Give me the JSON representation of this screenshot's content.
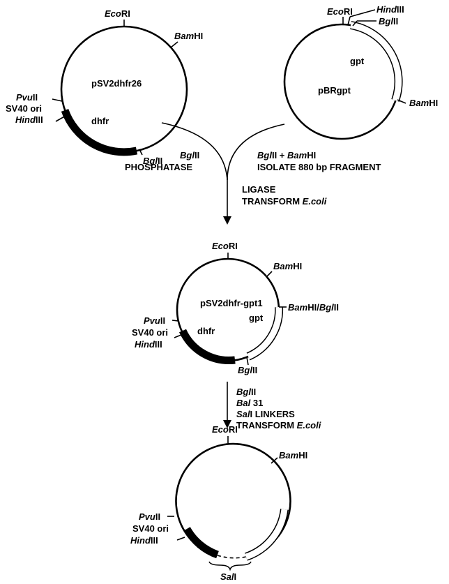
{
  "plasmid1": {
    "name": "pSV2dhfr26",
    "eco_a": "Eco",
    "eco_b": "RI",
    "bam_a": "Bam",
    "bam_b": "HI",
    "pvu_a": "Pvu",
    "pvu_b": "II",
    "sv40": "SV40 ori",
    "hind_a": "Hind",
    "hind_b": "III",
    "dhfr": "dhfr",
    "bgl_a": "Bgl",
    "bgl_b": "II"
  },
  "plasmid2": {
    "name": "pBRgpt",
    "eco_a": "Eco",
    "eco_b": "RI",
    "hind_a": "Hind",
    "hind_b": "III",
    "bgl_a": "Bgl",
    "bgl_b": "II",
    "gpt": "gpt",
    "bam_a": "Bam",
    "bam_b": "HI"
  },
  "step1": {
    "left_enzyme_a": "Bgl",
    "left_enzyme_b": "II",
    "left_line2": "PHOSPHATASE",
    "right_enzyme1_a": "Bgl",
    "right_enzyme1_b": "II + ",
    "right_enzyme2_a": "Bam",
    "right_enzyme2_b": "HI",
    "right_line2": "ISOLATE 880 bp FRAGMENT",
    "center_line1": "LIGASE",
    "center_line2_a": "TRANSFORM ",
    "center_line2_b": "E.coli"
  },
  "plasmid3": {
    "name": "pSV2dhfr-gpt1",
    "eco_a": "Eco",
    "eco_b": "RI",
    "bam_a": "Bam",
    "bam_b": "HI",
    "fusion_a": "Bam",
    "fusion_b": "HI/",
    "fusion_c": "Bgl",
    "fusion_d": "II",
    "gpt": "gpt",
    "pvu_a": "Pvu",
    "pvu_b": "II",
    "sv40": "SV40 ori",
    "hind_a": "Hind",
    "hind_b": "III",
    "dhfr": "dhfr",
    "bgl_a": "Bgl",
    "bgl_b": "II"
  },
  "step2": {
    "line1_a": "Bgl",
    "line1_b": "II",
    "line2_a": "Bal",
    "line2_b": " 31",
    "line3_a": "Sal",
    "line3_b": "I LINKERS",
    "line4_a": "TRANSFORM ",
    "line4_b": "E.coli"
  },
  "plasmid4": {
    "eco_a": "Eco",
    "eco_b": "RI",
    "bam_a": "Bam",
    "bam_b": "HI",
    "pvu_a": "Pvu",
    "pvu_b": "II",
    "sv40": "SV40 ori",
    "hind_a": "Hind",
    "hind_b": "III",
    "sal_a": "Sal",
    "sal_b": "I"
  }
}
